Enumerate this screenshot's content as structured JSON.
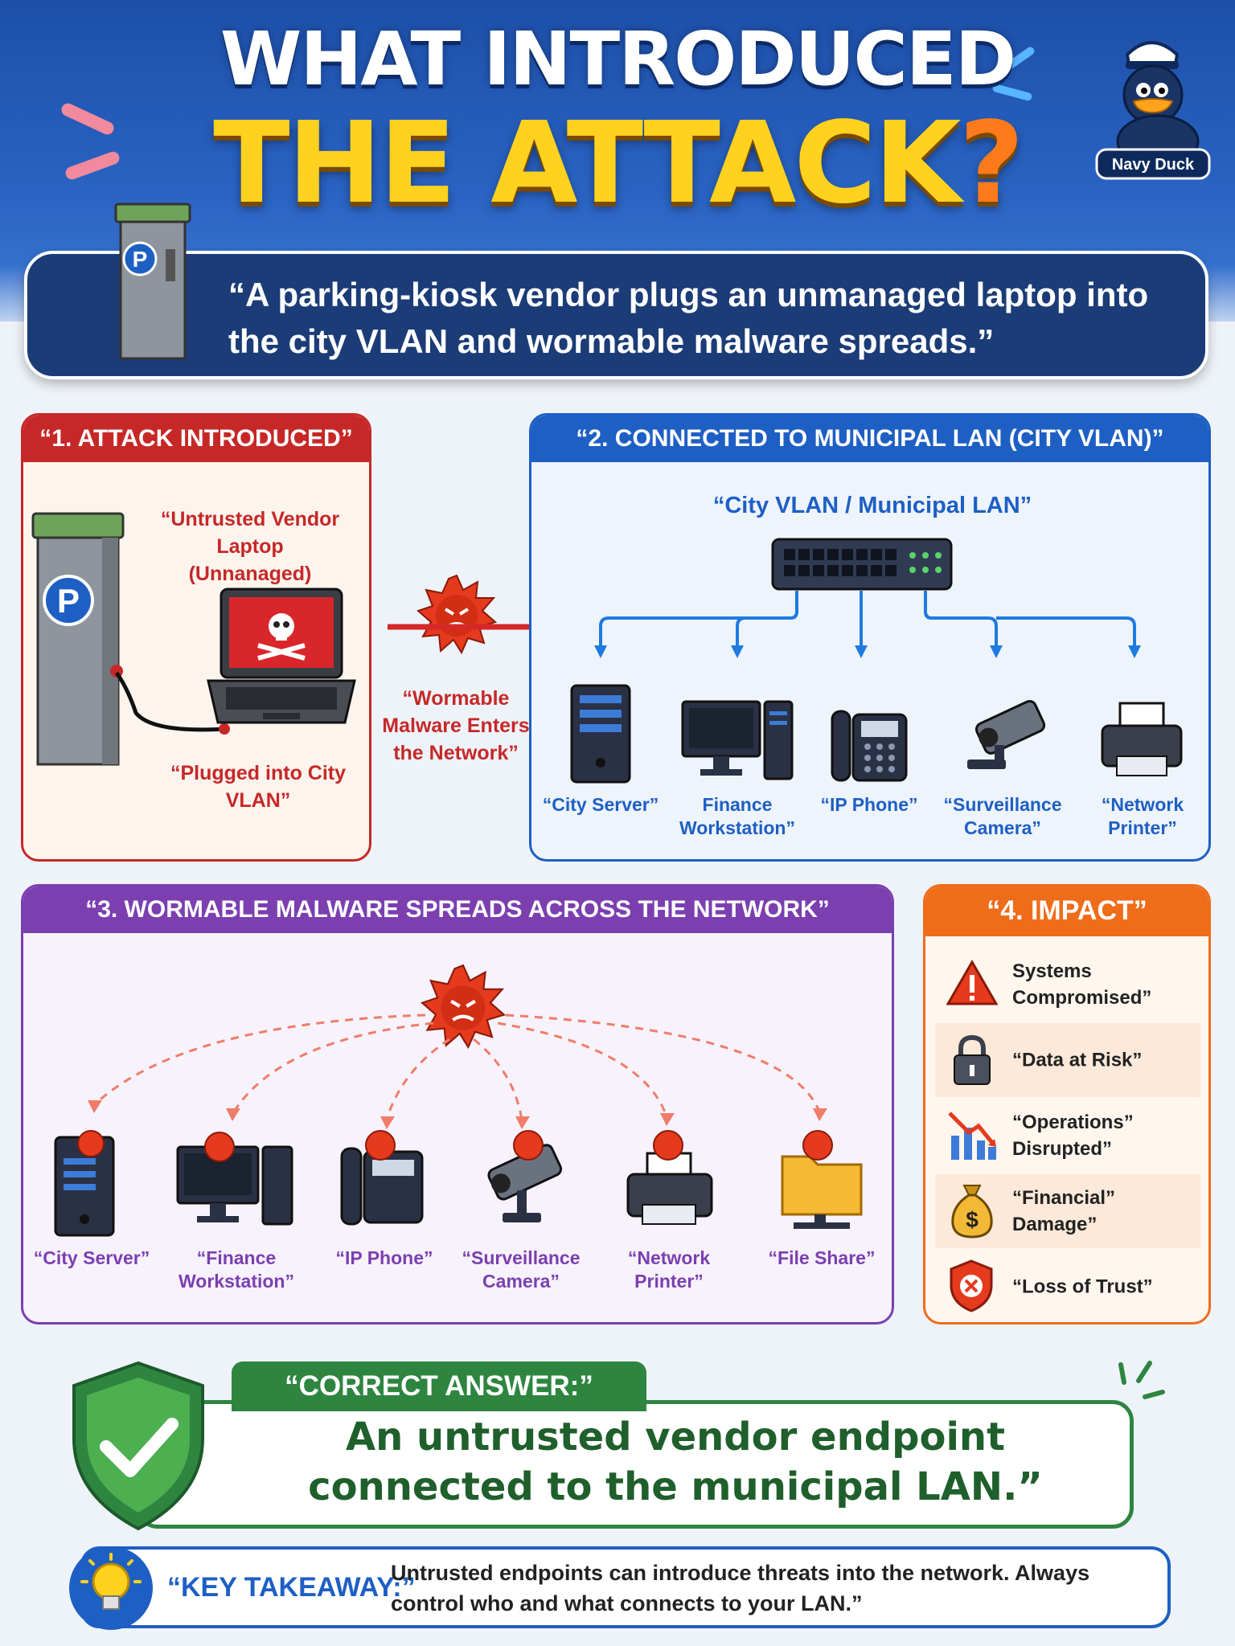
{
  "header": {
    "title_line1": "WHAT INTRODUCED",
    "title_line2": "THE ATTACK",
    "title_mark": "?",
    "brand": "Navy Duck",
    "quote": "“A parking-kiosk vendor plugs an unmanaged laptop into the city VLAN and wormable malware spreads.”"
  },
  "panel1": {
    "title": "“1. ATTACK INTRODUCED”",
    "laptop_label": "“Untrusted Vendor Laptop (Unnanaged)",
    "plug_label": "“Plugged into City VLAN”",
    "malware_label": "“Wormable Malware Enters the Network”",
    "kiosk_sign": "P"
  },
  "panel2": {
    "title": "“2. CONNECTED TO MUNICIPAL LAN (CITY VLAN)”",
    "switch_label": "“City VLAN / Municipal LAN”",
    "devices": [
      {
        "label": "“City Server”",
        "icon": "server-icon"
      },
      {
        "label": "Finance Workstation”",
        "icon": "workstation-icon"
      },
      {
        "label": "“IP Phone”",
        "icon": "phone-icon"
      },
      {
        "label": "“Surveillance Camera”",
        "icon": "camera-icon"
      },
      {
        "label": "“Network Printer”",
        "icon": "printer-icon"
      }
    ]
  },
  "panel3": {
    "title": "“3. WORMABLE MALWARE SPREADS ACROSS THE NETWORK”",
    "devices": [
      {
        "label": "“City Server”",
        "icon": "server-icon"
      },
      {
        "label": "“Finance Workstation”",
        "icon": "workstation-icon"
      },
      {
        "label": "“IP Phone”",
        "icon": "phone-icon"
      },
      {
        "label": "“Surveillance Camera”",
        "icon": "camera-icon"
      },
      {
        "label": "“Network Printer”",
        "icon": "printer-icon"
      },
      {
        "label": "“File Share”",
        "icon": "folder-icon"
      }
    ]
  },
  "panel4": {
    "title": "“4. IMPACT”",
    "items": [
      {
        "label": "Systems Compromised”",
        "icon": "warning-icon"
      },
      {
        "label": "“Data at Risk”",
        "icon": "lock-icon"
      },
      {
        "label": "“Operations” Disrupted”",
        "icon": "chart-down-icon"
      },
      {
        "label": "“Financial” Damage”",
        "icon": "money-bag-icon"
      },
      {
        "label": "“Loss of Trust”",
        "icon": "shield-x-icon"
      }
    ]
  },
  "answer": {
    "tag": "“CORRECT ANSWER:”",
    "text": "An untrusted vendor endpoint connected to the municipal LAN.”"
  },
  "takeaway": {
    "label": "“KEY TAKEAWAY:”",
    "text": "Untrusted endpoints can introduce threats into the network. Always control who and what connects to your LAN.”"
  },
  "colors": {
    "hero": "#2a63c3",
    "red": "#c62828",
    "blue": "#1e5fc4",
    "purple": "#7b3fb0",
    "orange": "#ef6c1a",
    "green": "#2e8540",
    "title_yellow": "#ffd21f"
  }
}
